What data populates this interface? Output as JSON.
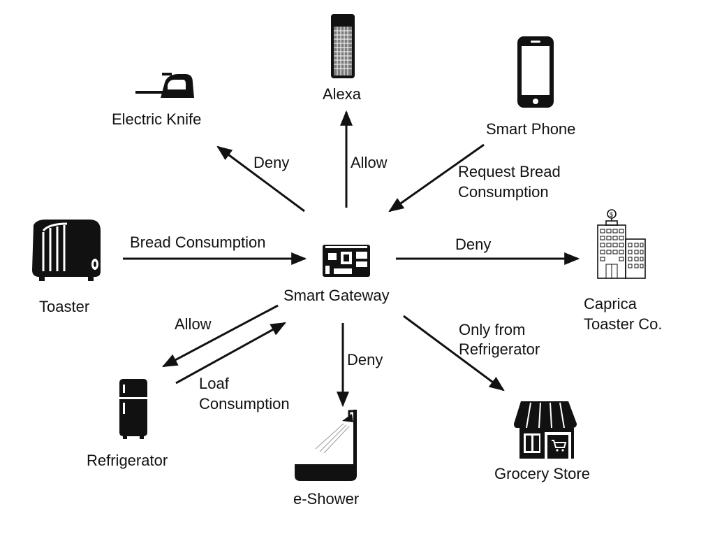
{
  "nodes": {
    "alexa": "Alexa",
    "electric_knife": "Electric Knife",
    "smart_phone": "Smart Phone",
    "toaster": "Toaster",
    "smart_gateway": "Smart Gateway",
    "caprica_line1": "Caprica",
    "caprica_line2": "Toaster Co.",
    "refrigerator": "Refrigerator",
    "e_shower": "e-Shower",
    "grocery_store": "Grocery Store"
  },
  "edges": {
    "knife": "Deny",
    "alexa": "Allow",
    "phone_line1": "Request Bread",
    "phone_line2": "Consumption",
    "toaster": "Bread Consumption",
    "caprica": "Deny",
    "fridge_allow": "Allow",
    "fridge_loaf_line1": "Loaf",
    "fridge_loaf_line2": "Consumption",
    "shower": "Deny",
    "grocery_line1": "Only from",
    "grocery_line2": "Refrigerator"
  },
  "icons": {
    "electric_knife": "clothes-iron-icon",
    "alexa": "smart-speaker-icon",
    "smart_phone": "smartphone-icon",
    "toaster": "toaster-icon",
    "smart_gateway": "circuit-board-icon",
    "caprica": "office-building-icon",
    "refrigerator": "refrigerator-icon",
    "e_shower": "shower-bathtub-icon",
    "grocery_store": "storefront-icon"
  }
}
